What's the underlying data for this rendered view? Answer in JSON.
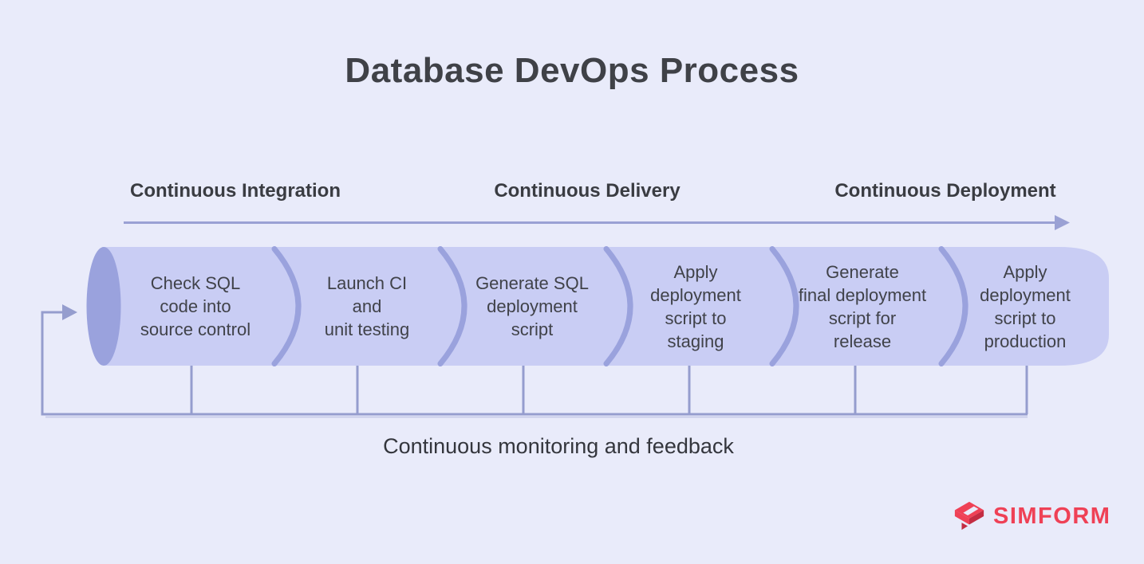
{
  "title": "Database DevOps Process",
  "phases": [
    {
      "label": "Continuous Integration"
    },
    {
      "label": "Continuous Delivery"
    },
    {
      "label": "Continuous Deployment"
    }
  ],
  "pipeline": {
    "steps": [
      {
        "name": "check-sql-code-into-source-control",
        "lines": [
          "Check SQL",
          "code into",
          "source control"
        ]
      },
      {
        "name": "launch-ci-and-unit-testing",
        "lines": [
          "Launch CI",
          "and",
          "unit testing"
        ]
      },
      {
        "name": "generate-sql-deployment-script",
        "lines": [
          "Generate SQL",
          "deployment",
          "script"
        ]
      },
      {
        "name": "apply-deployment-script-to-staging",
        "lines": [
          "Apply",
          "deployment",
          "script to",
          "staging"
        ]
      },
      {
        "name": "generate-final-deployment-script",
        "lines": [
          "Generate",
          "final deployment",
          "script for",
          "release"
        ]
      },
      {
        "name": "apply-deployment-script-to-production",
        "lines": [
          "Apply",
          "deployment",
          "script to",
          "production"
        ]
      }
    ]
  },
  "feedback": {
    "label": "Continuous monitoring and feedback"
  },
  "logo": {
    "text": "SIMFORM"
  },
  "colors": {
    "background": "#E9EBFA",
    "cylinder_body": "#C9CDF4",
    "cylinder_cap": "#9AA2DD",
    "connector_line": "#959DCE",
    "connector_shadow": "#C9CDE9",
    "arrow_line": "#9AA1D4",
    "logo_red": "#EF4156",
    "logo_red_dark": "#C32C42"
  }
}
